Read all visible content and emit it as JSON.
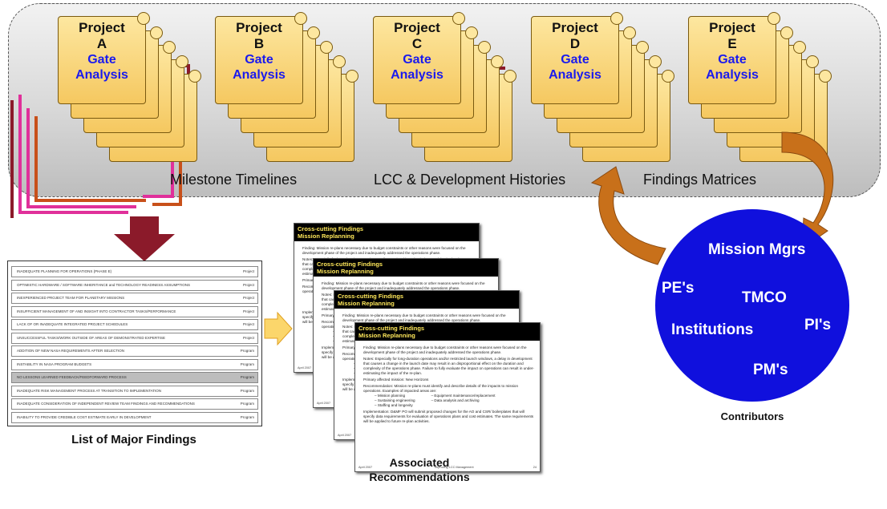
{
  "projects": [
    {
      "title": "Project",
      "letter": "A",
      "gate": "Gate",
      "analysis": "Analysis"
    },
    {
      "title": "Project",
      "letter": "B",
      "gate": "Gate",
      "analysis": "Analysis"
    },
    {
      "title": "Project",
      "letter": "C",
      "gate": "Gate",
      "analysis": "Analysis"
    },
    {
      "title": "Project",
      "letter": "D",
      "gate": "Gate",
      "analysis": "Analysis"
    },
    {
      "title": "Project",
      "letter": "E",
      "gate": "Gate",
      "analysis": "Analysis"
    }
  ],
  "panel_labels": {
    "milestone": "Milestone Timelines",
    "lcc": "LCC & Development Histories",
    "findings": "Findings Matrices"
  },
  "findings_list": {
    "caption": "List of Major Findings",
    "rows": [
      {
        "text": "INADEQUATE PLANNING FOR OPERATIONS (PHASE E)",
        "category": "Project"
      },
      {
        "text": "OPTIMISTIC HARDWARE / SOFTWARE INHERITANCE and TECHNOLOGY READINESS ASSUMPTIONS",
        "category": "Project"
      },
      {
        "text": "INEXPERIENCED PROJECT TEAM FOR PLANETARY MISSIONS",
        "category": "Project"
      },
      {
        "text": "INSUFFICIENT MANAGEMENT OF AND INSIGHT INTO CONTRACTOR TASKS/PERFORMANCE",
        "category": "Project"
      },
      {
        "text": "LACK OF OR INADEQUATE INTEGRATED PROJECT SCHEDULES",
        "category": "Project"
      },
      {
        "text": "UNSUCCESSFUL TASKS/WORK OUTSIDE OF AREAS OF DEMONSTRATED EXPERTISE",
        "category": "Project"
      },
      {
        "text": "ADDITION OF NEW NASA REQUIREMENTS AFTER SELECTION",
        "category": "Program"
      },
      {
        "text": "INSTABILITY IN NASA PROGRAM BUDGETS",
        "category": "Program"
      },
      {
        "text": "NO LESSONS LEARNED FEEDBACK/FEEDFORWARD PROCESS",
        "category": "Program"
      },
      {
        "text": "INADEQUATE RISK MANAGEMENT PROCESS AT TRANSITION TO IMPLEMENTATION",
        "category": "Program"
      },
      {
        "text": "INADEQUATE CONSIDERATION OF INDEPENDENT REVIEW TEAM FINDINGS AND RECOMMENDATIONS",
        "category": "Program"
      },
      {
        "text": "INABILITY TO PROVIDE CREDIBLE COST ESTIMATE EARLY IN DEVELOPMENT",
        "category": "Program"
      }
    ]
  },
  "slides": {
    "header_line1": "Cross-cutting Findings",
    "header_line2": "Mission Replanning",
    "finding": "Finding: Mission re-plans necessary due to budget constraints or other reasons were focused on the development phase of the project and inadequately addressed the operations phase.",
    "notes": "Notes: Especially for long-duration operations and/or restricted launch windows, a delay in development that causes a change in the launch date may result in an disproportional effect on the duration and complexity of the operations phase. Failure to fully evaluate the impact on operations can result in under-estimating the impact of the re-plan.",
    "primary": "Primary affected mission: New Horizons",
    "recommendation": "Recommendation: Mission re-plans must identify and describe details of the impacts to mission operations. Examples of impacted areas are:",
    "areas_left": [
      "– Mission planning",
      "– Sustaining engineering",
      "– Staffing and longevity"
    ],
    "areas_right": [
      "– Equipment maintenance/replacement",
      "– Data analysis and archiving"
    ],
    "implementation": "Implementation: D&MF PO will submit proposed changes for the AO and CSR/ boilerplates that will specify data requirements for evaluation of operations plans and cost estimates. The same requirements will be applied to future re-plan activities.",
    "foot_left": "April 2007",
    "foot_mid": "Improving LCC Management",
    "foot_right": "24",
    "caption_line1": "Associated",
    "caption_line2": "Recommendations"
  },
  "contributors": {
    "mission_mgrs": "Mission Mgrs",
    "pes": "PE's",
    "tmco": "TMCO",
    "institutions": "Institutions",
    "pis": "PI's",
    "pms": "PM's",
    "caption": "Contributors"
  },
  "colors": {
    "circle": "#1010dd",
    "scroll_fill": "#fde7a0",
    "arrow_red": "#8b1a2a",
    "arrow_orange": "#c8701a",
    "gate_text": "#1a1aee"
  }
}
